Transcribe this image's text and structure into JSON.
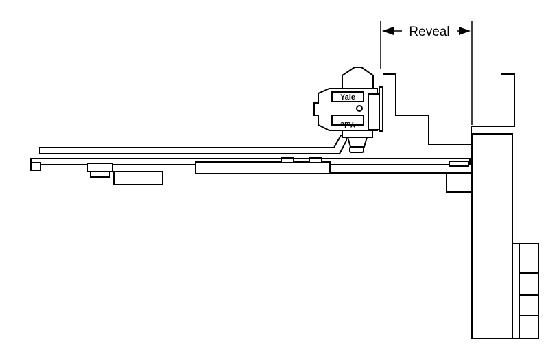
{
  "labels": {
    "reveal": "Reveal",
    "brand_top": "Yale",
    "brand_bottom": "Yale"
  },
  "colors": {
    "stroke": "#000000",
    "background": "#ffffff"
  }
}
